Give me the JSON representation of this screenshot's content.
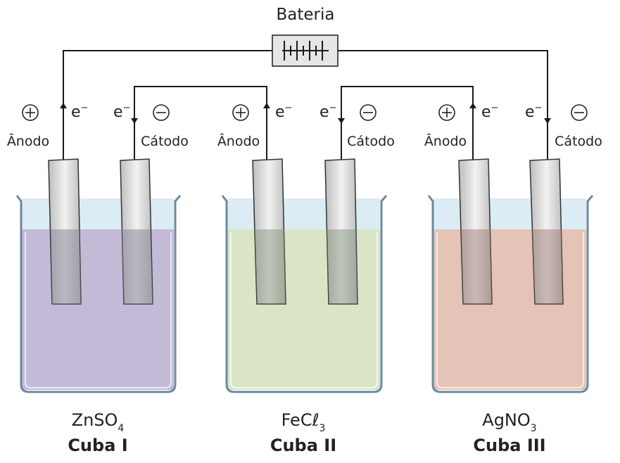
{
  "battery": {
    "label": "Bateria"
  },
  "electron_symbol": "e",
  "electron_sup": "−",
  "sign_plus": "+",
  "sign_minus": "−",
  "cells": [
    {
      "anode_label": "Ânodo",
      "cathode_label": "Cátodo",
      "solution_main": "ZnSO",
      "solution_sub": "4",
      "name": "Cuba I",
      "solution_color": "#c2bad7"
    },
    {
      "anode_label": "Ânodo",
      "cathode_label": "Cátodo",
      "solution_main": "FeCℓ",
      "solution_sub": "3",
      "name": "Cuba II",
      "solution_color": "#d9e5c6"
    },
    {
      "anode_label": "Ânodo",
      "cathode_label": "Cátodo",
      "solution_main": "AgNO",
      "solution_sub": "3",
      "name": "Cuba III",
      "solution_color": "#e5c3b6"
    }
  ],
  "colors": {
    "wire": "#1a1a1a",
    "glass_edge": "#6a8aa0",
    "glass_top": "#dcecf5",
    "battery_fill": "#e6e6e6"
  }
}
